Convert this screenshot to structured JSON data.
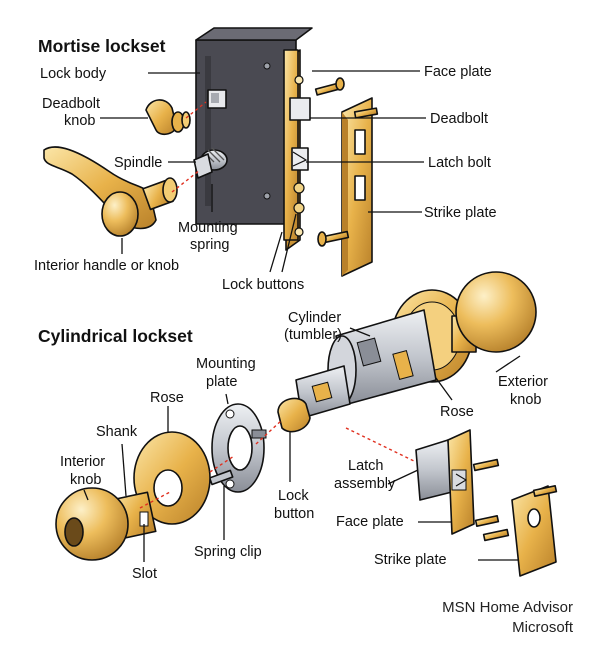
{
  "sections": {
    "mortise": "Mortise lockset",
    "cylindrical": "Cylindrical lockset"
  },
  "mortise_labels": {
    "lock_body": "Lock body",
    "deadbolt_knob_1": "Deadbolt",
    "deadbolt_knob_2": "knob",
    "spindle": "Spindle",
    "mounting_spring_1": "Mounting",
    "mounting_spring_2": "spring",
    "interior_handle": "Interior handle or knob",
    "lock_buttons": "Lock buttons",
    "face_plate": "Face plate",
    "deadbolt": "Deadbolt",
    "latch_bolt": "Latch bolt",
    "strike_plate": "Strike plate"
  },
  "cylindrical_labels": {
    "cylinder_1": "Cylinder",
    "cylinder_2": "(tumbler)",
    "mounting_plate_1": "Mounting",
    "mounting_plate_2": "plate",
    "rose_left": "Rose",
    "shank": "Shank",
    "interior_knob_1": "Interior",
    "interior_knob_2": "knob",
    "slot": "Slot",
    "spring_clip": "Spring clip",
    "lock_button_1": "Lock",
    "lock_button_2": "button",
    "exterior_knob_1": "Exterior",
    "exterior_knob_2": "knob",
    "rose_right": "Rose",
    "latch_assembly_1": "Latch",
    "latch_assembly_2": "assembly",
    "face_plate": "Face plate",
    "strike_plate": "Strike plate"
  },
  "credit": {
    "line1": "MSN Home Advisor",
    "line2": "Microsoft"
  },
  "colors": {
    "brass": "#e8b24a",
    "brass_dark": "#b9812a",
    "brass_light": "#f7dc93",
    "lock_body": "#4a4a52",
    "steel": "#c9ccd3",
    "steel_dark": "#8a8e97",
    "leader_dashes": "#e03020"
  }
}
